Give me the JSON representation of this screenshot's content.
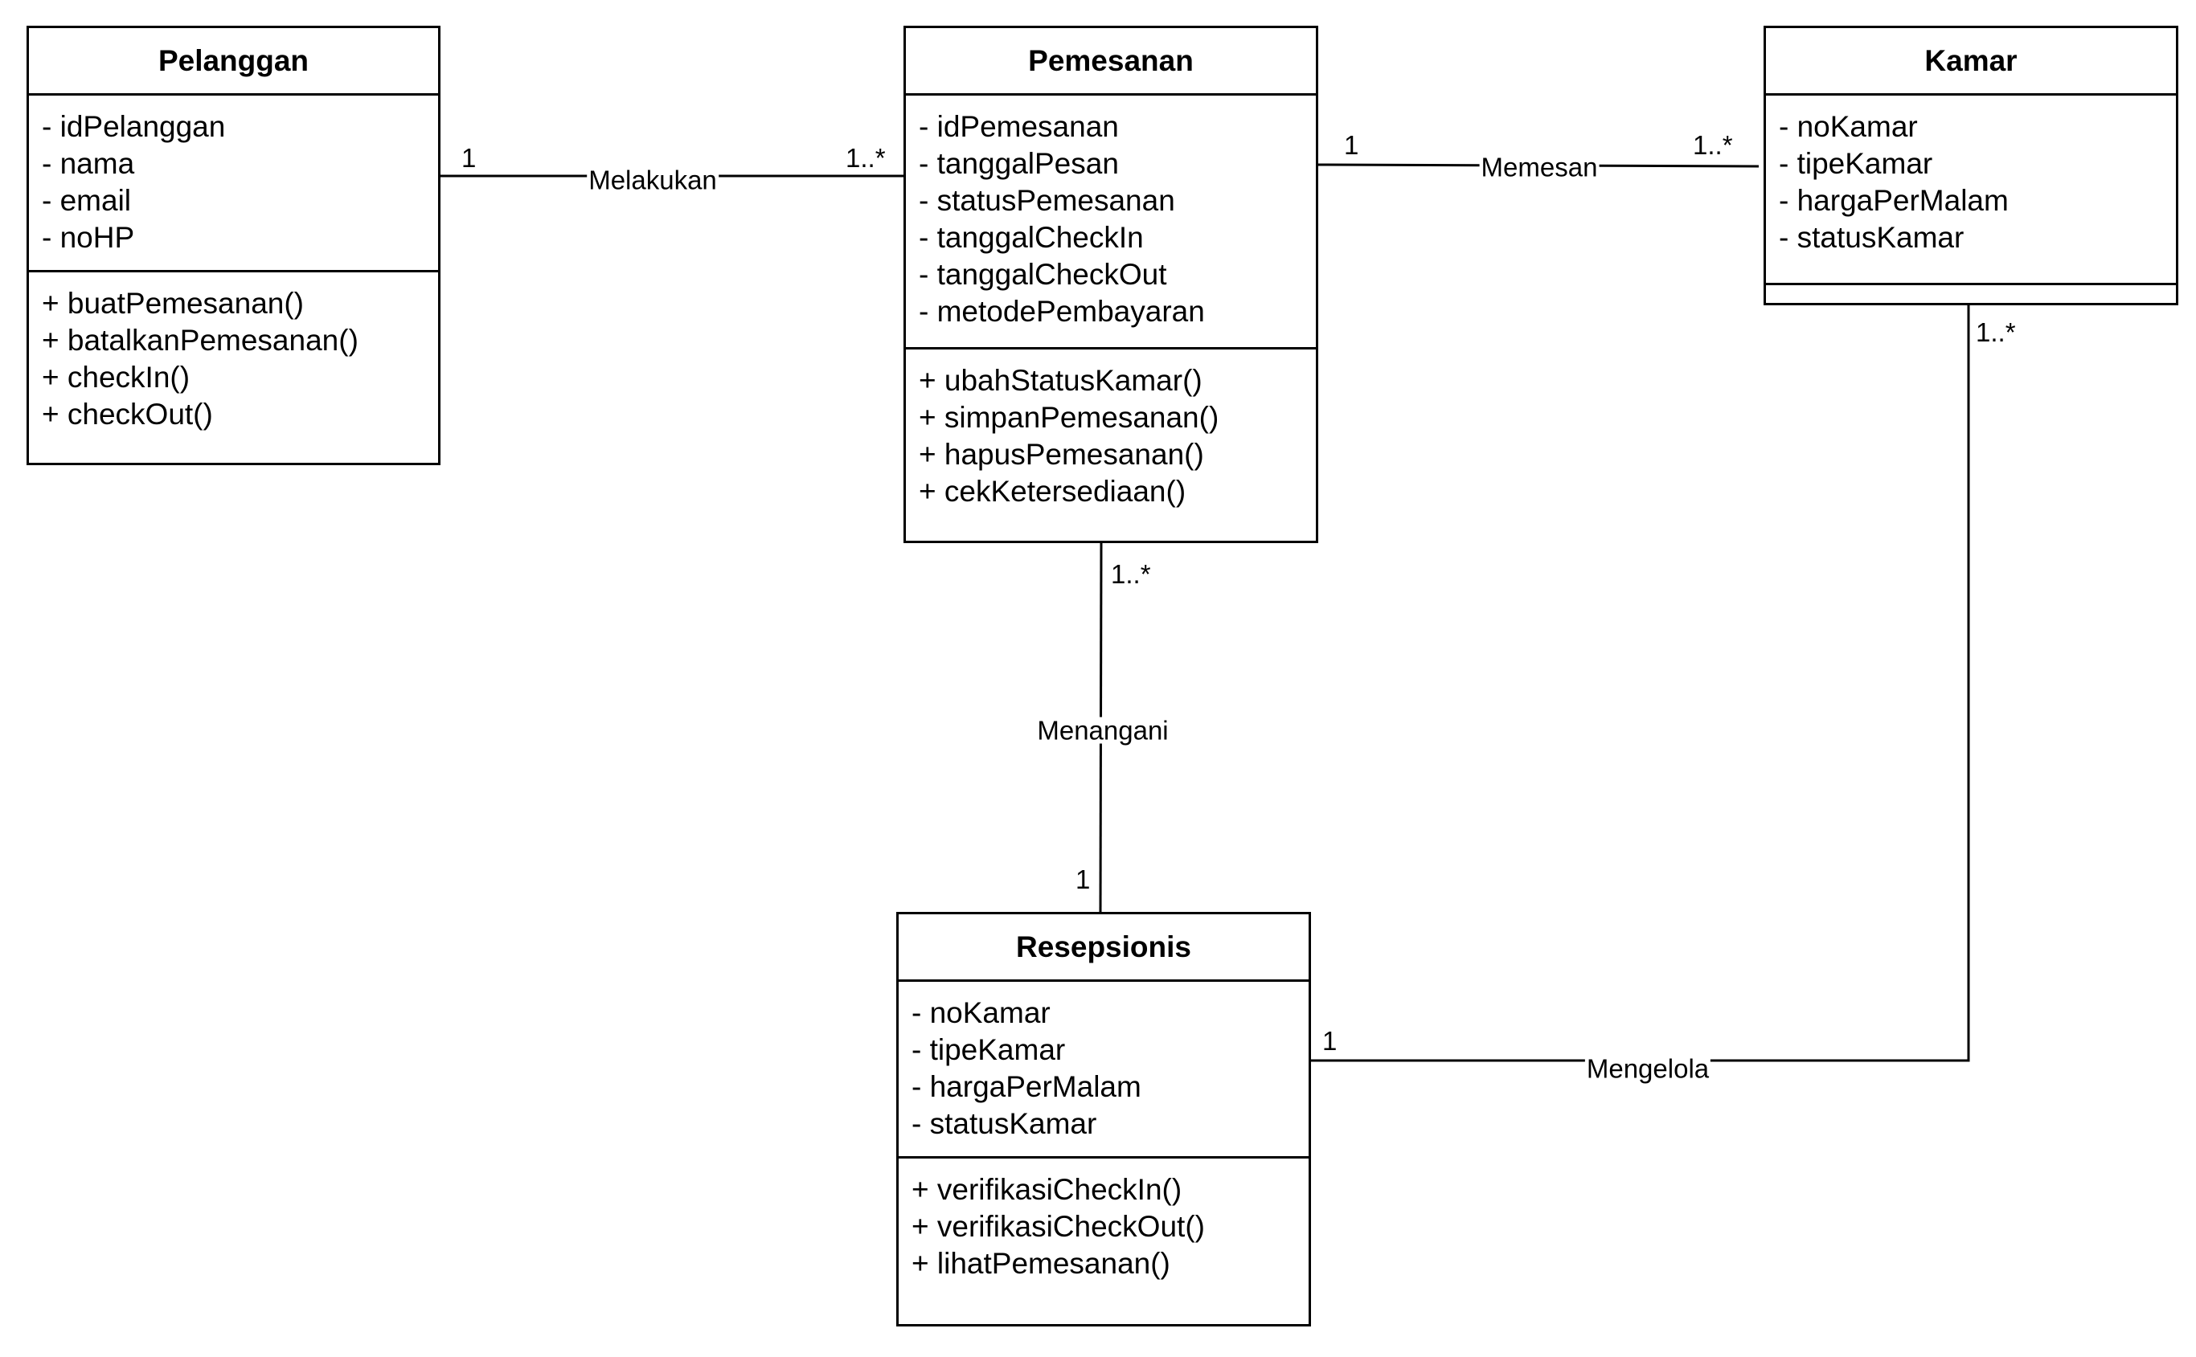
{
  "classes": {
    "pelanggan": {
      "name": "Pelanggan",
      "attributes": [
        "- idPelanggan",
        "- nama",
        "- email",
        "- noHP"
      ],
      "methods": [
        "+ buatPemesanan()",
        "+ batalkanPemesanan()",
        "+ checkIn()",
        "+ checkOut()"
      ]
    },
    "pemesanan": {
      "name": "Pemesanan",
      "attributes": [
        "- idPemesanan",
        "- tanggalPesan",
        "- statusPemesanan",
        "- tanggalCheckIn",
        "- tanggalCheckOut",
        "- metodePembayaran"
      ],
      "methods": [
        "+ ubahStatusKamar()",
        "+ simpanPemesanan()",
        "+ hapusPemesanan()",
        "+ cekKetersediaan()"
      ]
    },
    "kamar": {
      "name": "Kamar",
      "attributes": [
        "- noKamar",
        "- tipeKamar",
        "- hargaPerMalam",
        "- statusKamar"
      ],
      "methods": []
    },
    "resepsionis": {
      "name": "Resepsionis",
      "attributes": [
        "- noKamar",
        "- tipeKamar",
        "- hargaPerMalam",
        "- statusKamar"
      ],
      "methods": [
        "+ verifikasiCheckIn()",
        "+ verifikasiCheckOut()",
        "+ lihatPemesanan()"
      ]
    }
  },
  "associations": {
    "melakukan": {
      "label": "Melakukan",
      "source_multiplicity": "1",
      "target_multiplicity": "1..*"
    },
    "memesan": {
      "label": "Memesan",
      "source_multiplicity": "1",
      "target_multiplicity": "1..*"
    },
    "menangani": {
      "label": "Menangani",
      "source_multiplicity": "1..*",
      "target_multiplicity": "1"
    },
    "mengelola": {
      "label": "Mengelola",
      "source_multiplicity": "1",
      "target_multiplicity": "1..*"
    }
  }
}
